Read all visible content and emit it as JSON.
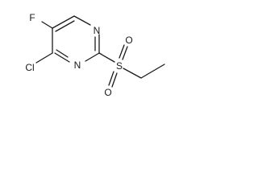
{
  "molecule": {
    "atoms": {
      "fluorine": "F",
      "chlorine": "Cl",
      "nitrogen_top": "N",
      "nitrogen_bottom": "N",
      "sulfur": "S",
      "oxygen_top": "O",
      "oxygen_bottom": "O"
    }
  }
}
